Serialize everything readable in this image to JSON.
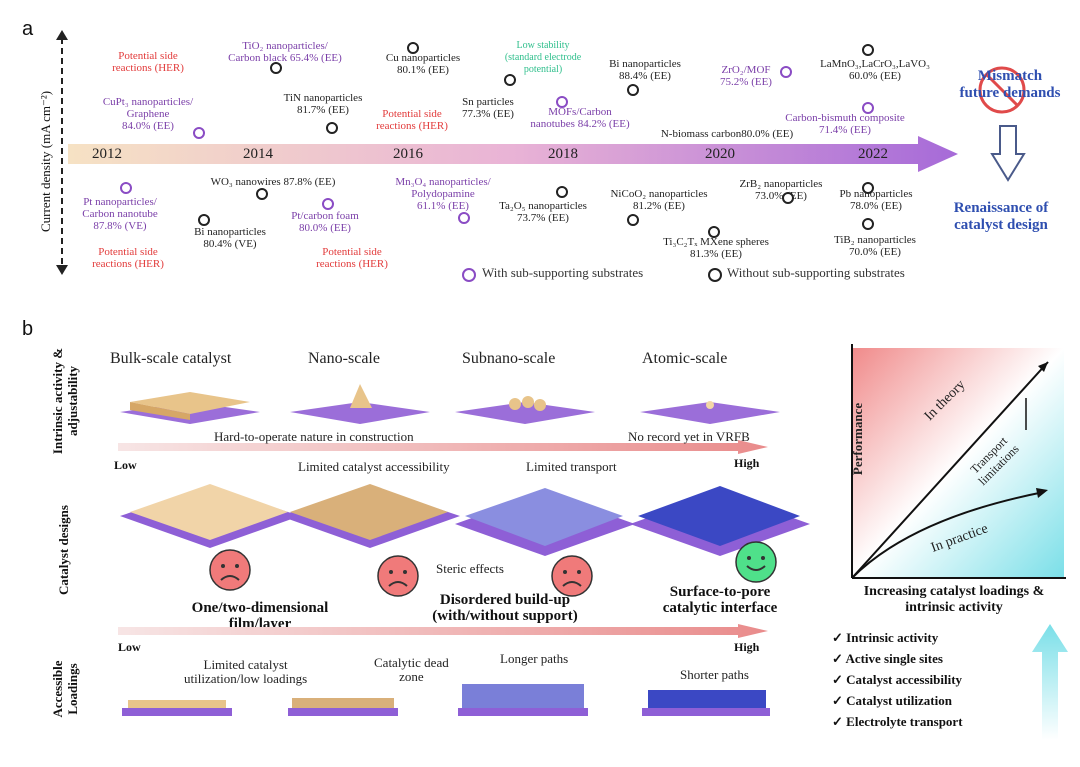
{
  "panel_a": {
    "label": "a",
    "yaxis": "Current density (mA cm⁻²)",
    "years": [
      "2012",
      "2014",
      "2016",
      "2018",
      "2020",
      "2022"
    ],
    "above": [
      {
        "text": "Potential side\nreactions (HER)",
        "color": "red"
      },
      {
        "text": "CuPt₃ nanoparticles/\nGraphene\n84.0% (EE)",
        "color": "purple"
      },
      {
        "text": "TiO₂ nanoparticles/\nCarbon black 65.4% (EE)",
        "color": "purple"
      },
      {
        "text": "TiN nanoparticles\n81.7% (EE)",
        "color": "blk"
      },
      {
        "text": "Cu nanoparticles\n80.1% (EE)",
        "color": "blk"
      },
      {
        "text": "Potential side\nreactions (HER)",
        "color": "red"
      },
      {
        "text": "Low stability\n(standard electrode\npotential)",
        "color": "green"
      },
      {
        "text": "Sn particles\n77.3% (EE)",
        "color": "blk"
      },
      {
        "text": "MOFs/Carbon\nnanotubes 84.2% (EE)",
        "color": "purple"
      },
      {
        "text": "Bi nanoparticles\n88.4% (EE)",
        "color": "blk"
      },
      {
        "text": "ZrO₂/MOF\n75.2% (EE)",
        "color": "purple"
      },
      {
        "text": "N-biomass carbon80.0% (EE)",
        "color": "blk"
      },
      {
        "text": "LaMnO₃,LaCrO₃,LaVO₃\n60.0% (EE)",
        "color": "blk"
      },
      {
        "text": "Carbon-bismuth composite\n71.4% (EE)",
        "color": "purple"
      }
    ],
    "below": [
      {
        "text": "Pt nanoparticles/\nCarbon nanotube\n87.8% (VE)",
        "color": "purple"
      },
      {
        "text": "Potential side\nreactions (HER)",
        "color": "red"
      },
      {
        "text": "WO₃ nanowires 87.8% (EE)",
        "color": "blk"
      },
      {
        "text": "Bi nanoparticles\n80.4% (VE)",
        "color": "blk"
      },
      {
        "text": "Pt/carbon foam\n80.0% (EE)",
        "color": "purple"
      },
      {
        "text": "Potential side\nreactions (HER)",
        "color": "red"
      },
      {
        "text": "Mn₃O₄ nanoparticles/\nPolydopamine\n61.1% (EE)",
        "color": "purple"
      },
      {
        "text": "Ta₂O₅ nanoparticles\n73.7% (EE)",
        "color": "blk"
      },
      {
        "text": "NiCoO₂ nanoparticles\n81.2% (EE)",
        "color": "blk"
      },
      {
        "text": "Ti₃C₂Tₓ MXene spheres\n81.3% (EE)",
        "color": "blk"
      },
      {
        "text": "ZrB₂ nanoparticles\n73.0% (EE)",
        "color": "blk"
      },
      {
        "text": "Pb nanoparticles\n78.0% (EE)",
        "color": "blk"
      },
      {
        "text": "TiB₂ nanoparticles\n70.0% (EE)",
        "color": "blk"
      }
    ],
    "mismatch": "Mismatch\nfuture demands",
    "renaissance": "Renaissance of\ncatalyst design",
    "legend_with": "With sub-supporting substrates",
    "legend_without": "Without sub-supporting substrates"
  },
  "panel_b": {
    "label": "b",
    "row1_title": "Intrinsic activity &\nadjustability",
    "row2_title": "Catalyst designs",
    "row3_title": "Accessible\nLoadings",
    "scales": [
      "Bulk-scale catalyst",
      "Nano-scale",
      "Subnano-scale",
      "Atomic-scale"
    ],
    "hard_note": "Hard-to-operate nature in construction",
    "no_record": "No record yet in VRFB",
    "low": "Low",
    "high": "High",
    "limited_access": "Limited catalyst accessibility",
    "limited_transport": "Limited transport",
    "steric": "Steric effects",
    "design1": "One/two-dimensional\nfilm/layer",
    "design2": "Disordered build-up\n(with/without support)",
    "design3": "Surface-to-pore\ncatalytic interface",
    "util_note": "Limited catalyst\nutilization/low loadings",
    "dead_zone": "Catalytic dead\nzone",
    "longer": "Longer paths",
    "shorter": "Shorter paths",
    "graph": {
      "ylabel": "Performance",
      "xlabel": "Increasing catalyst loadings &\nintrinsic activity",
      "theory": "In theory",
      "practice": "In practice",
      "transport": "Transport\nlimitations"
    },
    "checklist": [
      "Intrinsic activity",
      "Active single sites",
      "Catalyst accessibility",
      "Catalyst utilization",
      "Electrolyte transport"
    ]
  },
  "colors": {
    "purple": "#7a3ea8",
    "accent": "#9b6ed9",
    "red": "#e23a3a",
    "green": "#2fbf8c",
    "blue": "#2f4fb0",
    "sad": "#f07a7a",
    "happy": "#4fe08a"
  }
}
